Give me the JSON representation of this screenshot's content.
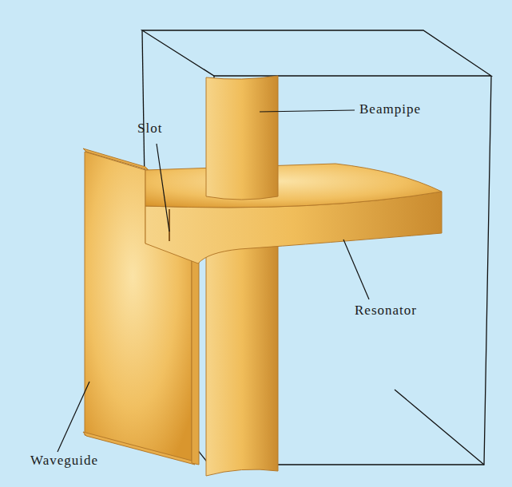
{
  "diagram": {
    "labels": [
      "Slot",
      "Beampipe",
      "Resonator",
      "Waveguide"
    ]
  }
}
